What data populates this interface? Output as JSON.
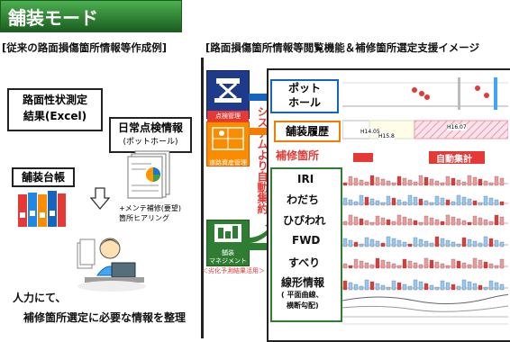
{
  "header": {
    "title": "舗装モード",
    "left_section": "[従来の路面損傷箇所情報等作成例]",
    "right_section": "[路面損傷箇所情報等閲覧機能＆補修箇所選定支援イメージ"
  },
  "left": {
    "box1_line1": "路面性状測定",
    "box1_line2": "結果(Excel)",
    "box2_line1": "日常点検情報",
    "box2_line2": "(ポットホール)",
    "ledger": "舗装台帳",
    "note_line1": "+メンテ補修(要望)",
    "note_line2": "箇所ヒアリング",
    "footer_line1": "人力にて、",
    "footer_line2": "補修箇所選定に必要な情報を整理"
  },
  "middle": {
    "icon1_caption": "点検管理",
    "icon2_caption": "道路資産管理",
    "icon3_caption_line1": "舗装",
    "icon3_caption_line2": "マネジメント",
    "icon3_note": "＜劣化予測結果活用＞",
    "vertical_text": "システムより自動集約"
  },
  "right": {
    "pothole_line1": "ポット",
    "pothole_line2": "ホール",
    "history": "舗装履歴",
    "repair": "補修箇所",
    "auto_total": "自動集計",
    "metrics": [
      "IRI",
      "わだち",
      "ひびわれ",
      "FWD",
      "すべり"
    ],
    "alignment_line1": "線形情報",
    "alignment_line2": "( 平面曲線、",
    "alignment_line3": "横断勾配)",
    "history_tags": [
      "H14.05",
      "H16.07",
      "H15.8"
    ]
  },
  "colors": {
    "title_green": "#2e7d32",
    "arrow_blue": "#1565c0",
    "arrow_orange": "#f57c00",
    "arrow_green": "#2e7d32",
    "accent_red": "#e53935"
  }
}
